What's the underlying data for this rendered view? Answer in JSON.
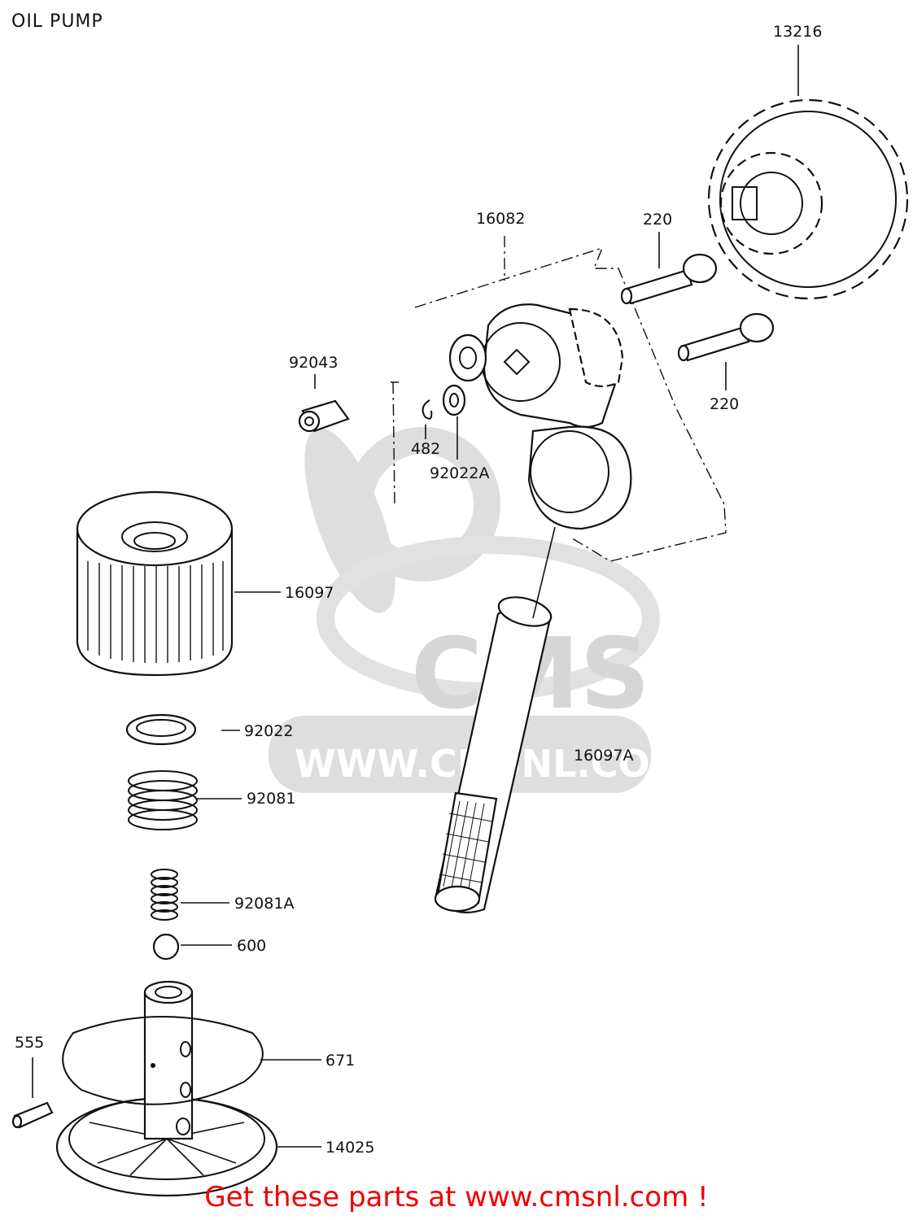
{
  "title": "OIL PUMP",
  "footer": "Get these parts at www.cmsnl.com !",
  "watermark": {
    "logo": "CMS",
    "url": "WWW.CMSNL.COM"
  },
  "parts": [
    {
      "num": "13216"
    },
    {
      "num": "16082"
    },
    {
      "num": "220"
    },
    {
      "num": "220"
    },
    {
      "num": "92043"
    },
    {
      "num": "482"
    },
    {
      "num": "92022A"
    },
    {
      "num": "16097"
    },
    {
      "num": "16097A"
    },
    {
      "num": "92022"
    },
    {
      "num": "92081"
    },
    {
      "num": "92081A"
    },
    {
      "num": "600"
    },
    {
      "num": "555"
    },
    {
      "num": "671"
    },
    {
      "num": "14025"
    }
  ],
  "colors": {
    "ink": "#111111",
    "footer": "#ee0000",
    "watermark": "#d9d9d9"
  }
}
